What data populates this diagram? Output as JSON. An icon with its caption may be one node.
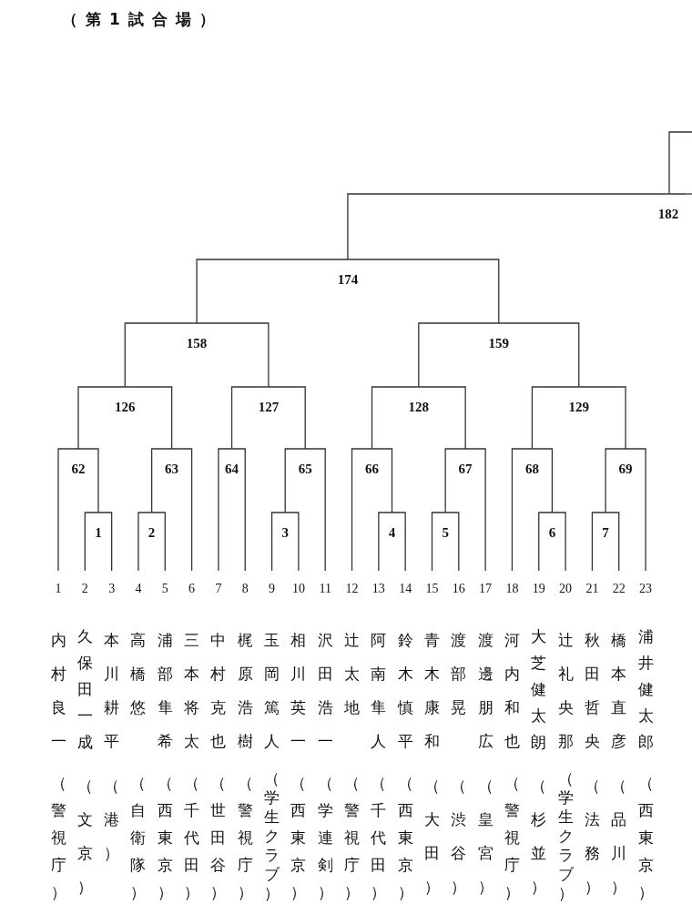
{
  "diagram": {
    "title": "（第1試合場）",
    "nodes": [
      {
        "text": [
          "182"
        ]
      },
      {
        "text": [
          "174"
        ]
      },
      {
        "text": [
          "158"
        ]
      },
      {
        "text": [
          "159"
        ]
      },
      {
        "text": [
          "126"
        ]
      },
      {
        "text": [
          "127"
        ]
      },
      {
        "text": [
          "128"
        ]
      },
      {
        "text": [
          "129"
        ]
      },
      {
        "text": [
          "62"
        ]
      },
      {
        "text": [
          "63"
        ]
      },
      {
        "text": [
          "64"
        ]
      },
      {
        "text": [
          "65"
        ]
      },
      {
        "text": [
          "66"
        ]
      },
      {
        "text": [
          "67"
        ]
      },
      {
        "text": [
          "68"
        ]
      },
      {
        "text": [
          "69"
        ]
      },
      {
        "text": [
          "1"
        ]
      },
      {
        "text": [
          "2"
        ]
      },
      {
        "text": [
          "3"
        ]
      },
      {
        "text": [
          "4"
        ]
      },
      {
        "text": [
          "5"
        ]
      },
      {
        "text": [
          "6"
        ]
      },
      {
        "text": [
          "7"
        ]
      },
      {
        "text": [
          "1",
          "内村良一",
          "（警視庁）"
        ]
      },
      {
        "text": [
          "2",
          "久保田一成",
          "（文京）"
        ]
      },
      {
        "text": [
          "3",
          "本川耕平",
          "（港）"
        ]
      },
      {
        "text": [
          "4",
          "高橋悠",
          "（自衛隊）"
        ]
      },
      {
        "text": [
          "5",
          "浦部隼希",
          "（西東京）"
        ]
      },
      {
        "text": [
          "6",
          "三本将太",
          "（千代田）"
        ]
      },
      {
        "text": [
          "7",
          "中村克也",
          "（世田谷）"
        ]
      },
      {
        "text": [
          "8",
          "梶原浩樹",
          "（警視庁）"
        ]
      },
      {
        "text": [
          "9",
          "玉岡篤人",
          "（学生クラブ）"
        ]
      },
      {
        "text": [
          "10",
          "相川英一",
          "（西東京）"
        ]
      },
      {
        "text": [
          "11",
          "沢田浩一",
          "（学連剣）"
        ]
      },
      {
        "text": [
          "12",
          "辻太地",
          "（警視庁）"
        ]
      },
      {
        "text": [
          "13",
          "阿南隼人",
          "（千代田）"
        ]
      },
      {
        "text": [
          "14",
          "鈴木慎平",
          "（西東京）"
        ]
      },
      {
        "text": [
          "15",
          "青木康和",
          "（大田）"
        ]
      },
      {
        "text": [
          "16",
          "渡部晃",
          "（渋谷）"
        ]
      },
      {
        "text": [
          "17",
          "渡邊朋広",
          "（皇宮）"
        ]
      },
      {
        "text": [
          "18",
          "河内和也",
          "（警視庁）"
        ]
      },
      {
        "text": [
          "19",
          "大芝健太朗",
          "（杉並）"
        ]
      },
      {
        "text": [
          "20",
          "辻礼央那",
          "（学生クラブ）"
        ]
      },
      {
        "text": [
          "21",
          "秋田哲央",
          "（法務）"
        ]
      },
      {
        "text": [
          "22",
          "橋本直彦",
          "（品川）"
        ]
      },
      {
        "text": [
          "23",
          "浦井健太郎",
          "（西東京）"
        ]
      }
    ],
    "edges": [
      {
        "from": 24,
        "to": 16,
        "arrow": "none"
      },
      {
        "from": 25,
        "to": 16,
        "arrow": "none"
      },
      {
        "from": 26,
        "to": 17,
        "arrow": "none"
      },
      {
        "from": 27,
        "to": 17,
        "arrow": "none"
      },
      {
        "from": 31,
        "to": 18,
        "arrow": "none"
      },
      {
        "from": 32,
        "to": 18,
        "arrow": "none"
      },
      {
        "from": 35,
        "to": 19,
        "arrow": "none"
      },
      {
        "from": 36,
        "to": 19,
        "arrow": "none"
      },
      {
        "from": 37,
        "to": 20,
        "arrow": "none"
      },
      {
        "from": 38,
        "to": 20,
        "arrow": "none"
      },
      {
        "from": 41,
        "to": 21,
        "arrow": "none"
      },
      {
        "from": 42,
        "to": 21,
        "arrow": "none"
      },
      {
        "from": 43,
        "to": 22,
        "arrow": "none"
      },
      {
        "from": 44,
        "to": 22,
        "arrow": "none"
      },
      {
        "from": 23,
        "to": 8,
        "arrow": "none"
      },
      {
        "from": 16,
        "to": 8,
        "arrow": "none"
      },
      {
        "from": 17,
        "to": 9,
        "arrow": "none"
      },
      {
        "from": 28,
        "to": 9,
        "arrow": "none"
      },
      {
        "from": 29,
        "to": 10,
        "arrow": "none"
      },
      {
        "from": 30,
        "to": 10,
        "arrow": "none"
      },
      {
        "from": 18,
        "to": 11,
        "arrow": "none"
      },
      {
        "from": 33,
        "to": 11,
        "arrow": "none"
      },
      {
        "from": 34,
        "to": 12,
        "arrow": "none"
      },
      {
        "from": 19,
        "to": 12,
        "arrow": "none"
      },
      {
        "from": 20,
        "to": 13,
        "arrow": "none"
      },
      {
        "from": 39,
        "to": 13,
        "arrow": "none"
      },
      {
        "from": 40,
        "to": 14,
        "arrow": "none"
      },
      {
        "from": 21,
        "to": 14,
        "arrow": "none"
      },
      {
        "from": 22,
        "to": 15,
        "arrow": "none"
      },
      {
        "from": 45,
        "to": 15,
        "arrow": "none"
      },
      {
        "from": 8,
        "to": 4,
        "arrow": "none"
      },
      {
        "from": 9,
        "to": 4,
        "arrow": "none"
      },
      {
        "from": 10,
        "to": 5,
        "arrow": "none"
      },
      {
        "from": 11,
        "to": 5,
        "arrow": "none"
      },
      {
        "from": 12,
        "to": 6,
        "arrow": "none"
      },
      {
        "from": 13,
        "to": 6,
        "arrow": "none"
      },
      {
        "from": 14,
        "to": 7,
        "arrow": "none"
      },
      {
        "from": 15,
        "to": 7,
        "arrow": "none"
      },
      {
        "from": 4,
        "to": 2,
        "arrow": "none"
      },
      {
        "from": 5,
        "to": 2,
        "arrow": "none"
      },
      {
        "from": 6,
        "to": 3,
        "arrow": "none"
      },
      {
        "from": 7,
        "to": 3,
        "arrow": "none"
      },
      {
        "from": 2,
        "to": 1,
        "arrow": "none"
      },
      {
        "from": 3,
        "to": 1,
        "arrow": "none"
      },
      {
        "from": 1,
        "to": 0,
        "arrow": "none"
      },
      {
        "from": null,
        "to": 0,
        "arrow": "none"
      },
      {
        "from": 0,
        "to": null,
        "arrow": "none"
      }
    ]
  }
}
